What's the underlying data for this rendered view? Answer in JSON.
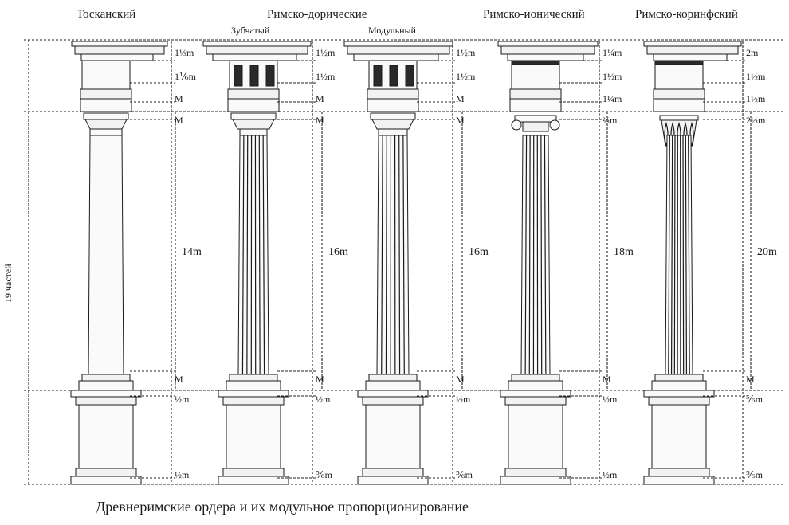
{
  "orders": [
    {
      "title": "Тосканский",
      "subtitle": "",
      "height_label": "14m",
      "dims": [
        "1⅓m",
        "1⅙m",
        "M",
        "M",
        "M",
        "½m",
        "½m"
      ]
    },
    {
      "title": "Римско-дорические",
      "subtitle": "Зубчатый",
      "height_label": "16m",
      "dims": [
        "1½m",
        "1½m",
        "M",
        "M",
        "M",
        "½m",
        "⅚m"
      ]
    },
    {
      "title": "",
      "subtitle": "Модульный",
      "height_label": "16m",
      "dims": [
        "1½m",
        "1½m",
        "M",
        "M",
        "M",
        "½m",
        "⅚m"
      ]
    },
    {
      "title": "Римско-ионический",
      "subtitle": "",
      "height_label": "18m",
      "dims": [
        "1¼m",
        "1½m",
        "1¼m",
        "⅔m",
        "M",
        "½m",
        "½m"
      ]
    },
    {
      "title": "Римско-коринфский",
      "subtitle": "",
      "height_label": "20m",
      "dims": [
        "2m",
        "1½m",
        "1½m",
        "2⅓m",
        "M",
        "⅚m",
        "⅚m"
      ]
    }
  ],
  "side_label": "19 частей",
  "caption": "Древнеримские ордера и их модульное пропорционирование"
}
